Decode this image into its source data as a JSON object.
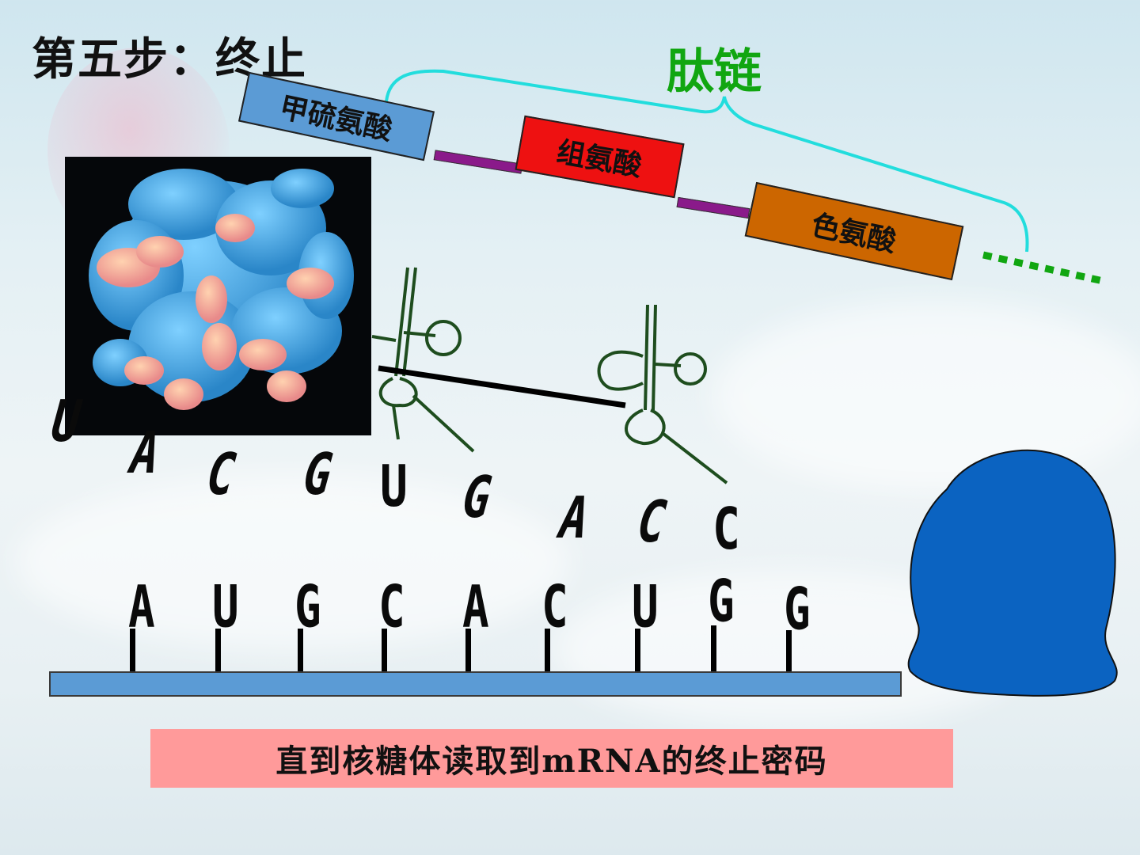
{
  "slide": {
    "title": "第五步：终止",
    "peptide_label": "肽链",
    "caption": "直到核糖体读取到mRNA的终止密码"
  },
  "amino_acids": [
    {
      "label": "甲硫氨酸",
      "color": "#5b9bd5"
    },
    {
      "label": "组氨酸",
      "color": "#ee1111"
    },
    {
      "label": "色氨酸",
      "color": "#cc6600"
    }
  ],
  "anticodons": [
    "U",
    "A",
    "C",
    "G",
    "U",
    "G",
    "A",
    "C",
    "C"
  ],
  "codons": [
    "A",
    "U",
    "G",
    "C",
    "A",
    "C",
    "U",
    "G",
    "G"
  ],
  "colors": {
    "brace": "#22dddd",
    "peptide_label": "#11a611",
    "bond": "#8a1a8a",
    "trna": "#1e4d1e",
    "ribosome": "#0b63c1",
    "mrna": "#5b9bd5",
    "caption_bg": "#ff9a9a",
    "dotted_continuation": "#11a611"
  },
  "protein_image": {
    "icon": "protein-molecule-image"
  }
}
